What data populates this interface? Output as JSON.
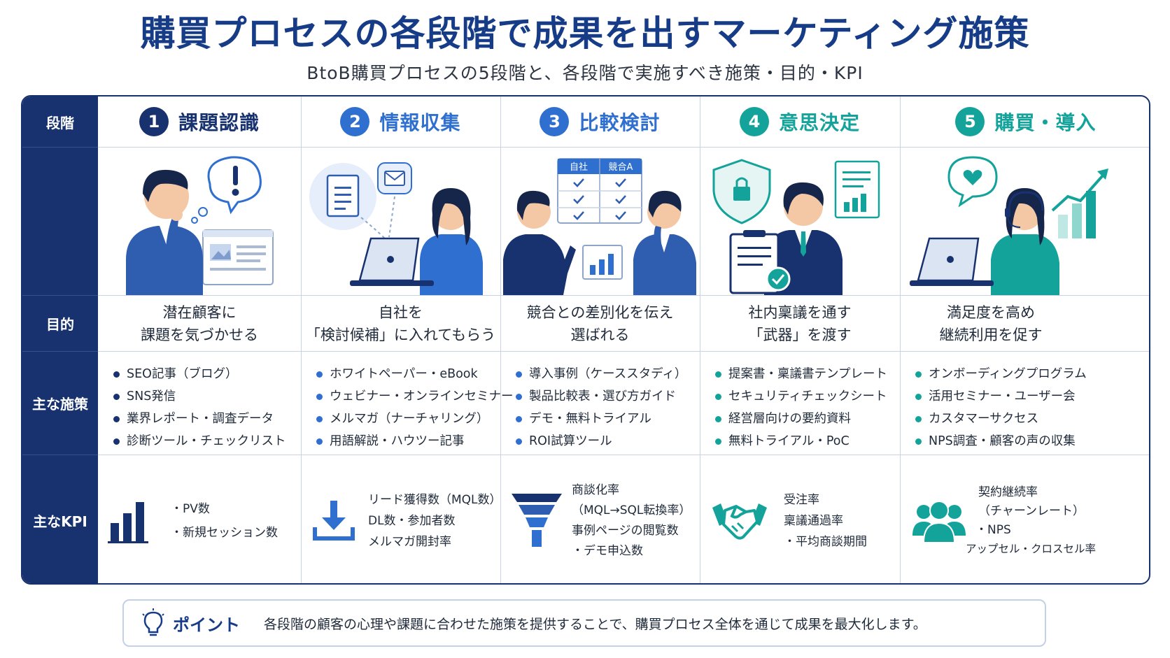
{
  "title": "購買プロセスの各段階で成果を出すマーケティング施策",
  "subtitle": "BtoB購買プロセスの5段階と、各段階で実施すべき施策・目的・KPI",
  "row_labels": {
    "stage": "段階",
    "purpose": "目的",
    "measures": "主な施策",
    "kpi": "主なKPI"
  },
  "colors": {
    "navy": "#18326f",
    "blue": "#2f6fd0",
    "teal": "#14a39a"
  },
  "stages": [
    {
      "num": "1",
      "name": "課題認識",
      "color": "#18326f",
      "purpose": [
        "潜在顧客に",
        "課題を気づかせる"
      ],
      "measures": [
        "SEO記事（ブログ）",
        "SNS発信",
        "業界レポート・調査データ",
        "診断ツール・チェックリスト"
      ],
      "kpi_icon": "bar-chart-icon",
      "kpi": [
        "・PV数",
        "・新規セッション数"
      ]
    },
    {
      "num": "2",
      "name": "情報収集",
      "color": "#2f6fd0",
      "purpose": [
        "自社を",
        "「検討候補」に入れてもらう"
      ],
      "measures": [
        "ホワイトペーパー・eBook",
        "ウェビナー・オンラインセミナー",
        "メルマガ（ナーチャリング）",
        "用語解説・ハウツー記事"
      ],
      "kpi_icon": "download-icon",
      "kpi": [
        "リード獲得数（MQL数）",
        "DL数・参加者数",
        "メルマガ開封率"
      ]
    },
    {
      "num": "3",
      "name": "比較検討",
      "color": "#2f6fd0",
      "purpose": [
        "競合との差別化を伝え",
        "選ばれる"
      ],
      "measures": [
        "導入事例（ケーススタディ）",
        "製品比較表・選び方ガイド",
        "デモ・無料トライアル",
        "ROI試算ツール"
      ],
      "kpi_icon": "funnel-icon",
      "kpi": [
        "商談化率",
        "（MQL→SQL転換率）",
        "事例ページの閲覧数",
        "・デモ申込数"
      ],
      "table_headers": [
        "自社",
        "競合A"
      ]
    },
    {
      "num": "4",
      "name": "意思決定",
      "color": "#14a39a",
      "purpose": [
        "社内稟議を通す",
        "「武器」を渡す"
      ],
      "measures": [
        "提案書・稟議書テンプレート",
        "セキュリティチェックシート",
        "経営層向けの要約資料",
        "無料トライアル・PoC"
      ],
      "kpi_icon": "handshake-icon",
      "kpi": [
        "受注率",
        "稟議通過率",
        "・平均商談期間"
      ]
    },
    {
      "num": "5",
      "name": "購買・導入",
      "color": "#14a39a",
      "purpose": [
        "満足度を高め",
        "継続利用を促す"
      ],
      "measures": [
        "オンボーディングプログラム",
        "活用セミナー・ユーザー会",
        "カスタマーサクセス",
        "NPS調査・顧客の声の収集"
      ],
      "kpi_icon": "users-icon",
      "kpi": [
        "契約継続率",
        "（チャーンレート）",
        "・NPS",
        "アップセル・クロスセル率"
      ]
    }
  ],
  "point": {
    "label": "ポイント",
    "text": "各段階の顧客の心理や課題に合わせた施策を提供することで、購買プロセス全体を通じて成果を最大化します。"
  }
}
